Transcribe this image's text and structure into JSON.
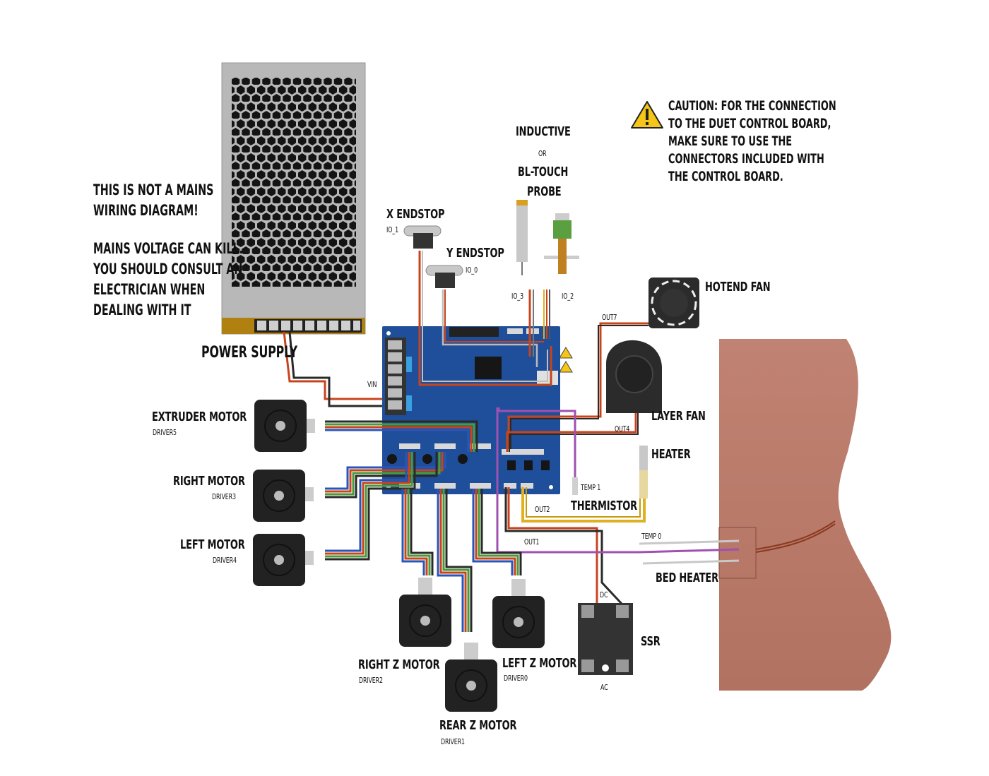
{
  "title": "Duet wiring diagram",
  "notes": {
    "mains_warning_line1": "THIS IS NOT A MAINS",
    "mains_warning_line2": "WIRING DIAGRAM!",
    "mains_warning_line3": "MAINS VOLTAGE CAN KILL.",
    "mains_warning_line4": "YOU SHOULD CONSULT AN",
    "mains_warning_line5": "ELECTRICIAN WHEN",
    "mains_warning_line6": "DEALING WITH IT",
    "caution_line1": "CAUTION: FOR THE CONNECTION",
    "caution_line2": "TO THE DUET CONTROL BOARD,",
    "caution_line3": "MAKE SURE TO USE THE",
    "caution_line4": "CONNECTORS INCLUDED WITH",
    "caution_line5": "THE CONTROL BOARD.",
    "caution_icon": "warning-triangle-icon"
  },
  "components": {
    "power_supply": {
      "label": "POWER SUPPLY",
      "port": "VIN"
    },
    "x_endstop": {
      "label": "X ENDSTOP",
      "port": "IO_1"
    },
    "y_endstop": {
      "label": "Y ENDSTOP",
      "port": "IO_0"
    },
    "probe": {
      "label_line1": "INDUCTIVE",
      "label_or": "OR",
      "label_line2": "BL-TOUCH",
      "label_line3": "PROBE",
      "port_inductive": "IO_3",
      "port_bltouch": "IO_2"
    },
    "hotend_fan": {
      "label": "HOTEND FAN",
      "port": "OUT7"
    },
    "layer_fan": {
      "label": "LAYER FAN",
      "port": "OUT4"
    },
    "heater": {
      "label": "HEATER",
      "port": "OUT2"
    },
    "thermistor": {
      "label": "THERMISTOR",
      "port": "TEMP 1"
    },
    "bed_heater": {
      "label": "BED HEATER",
      "thermistor_port": "TEMP 0",
      "heater_port": "OUT1"
    },
    "ssr": {
      "label": "SSR",
      "dc": "DC",
      "ac": "AC"
    },
    "extruder_motor": {
      "label": "EXTRUDER MOTOR",
      "driver": "DRIVER5"
    },
    "right_motor": {
      "label": "RIGHT MOTOR",
      "driver": "DRIVER3"
    },
    "left_motor": {
      "label": "LEFT MOTOR",
      "driver": "DRIVER4"
    },
    "right_z_motor": {
      "label": "RIGHT Z MOTOR",
      "driver": "DRIVER2"
    },
    "rear_z_motor": {
      "label": "REAR Z MOTOR",
      "driver": "DRIVER1"
    },
    "left_z_motor": {
      "label": "LEFT Z MOTOR",
      "driver": "DRIVER0"
    }
  },
  "colors": {
    "board": "#1f4f9a",
    "bed": "#b87565",
    "wire_red": "#c8441c",
    "wire_black": "#2a2a2a",
    "wire_green": "#4a9a3a",
    "wire_blue": "#2a55b8",
    "wire_purple": "#a050b0",
    "wire_yellow": "#e0b020",
    "warning": "#f5c518"
  }
}
